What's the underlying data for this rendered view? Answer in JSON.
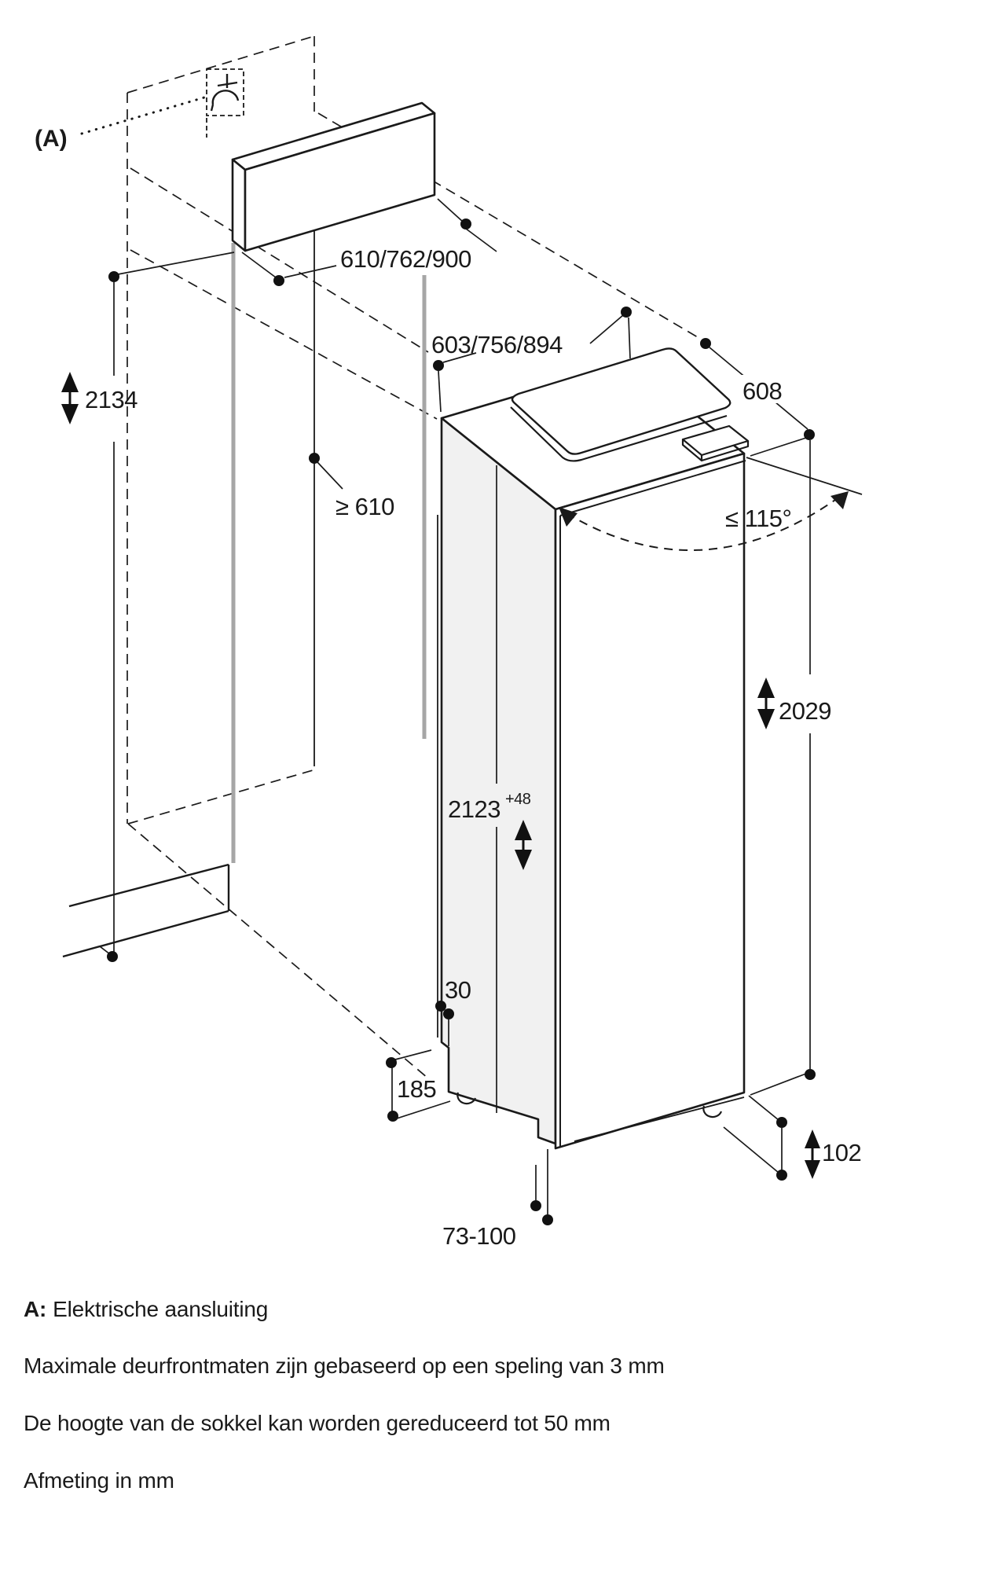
{
  "colors": {
    "ink": "#1a1a1a",
    "muted_line": "#a6a6a6",
    "side_fill": "#f1f1f1"
  },
  "legend": {
    "marker": "(A)"
  },
  "dimensions": {
    "panel_width": "610/762/900",
    "appliance_width": "603/756/894",
    "appliance_depth": "608",
    "niche_height": "2134",
    "side_clearance": "≥ 610",
    "door_opening_angle": "≤ 115°",
    "door_height": "2029",
    "appliance_height": "2123",
    "appliance_height_tolerance": "+48",
    "rear_gap": "30",
    "plinth_recess_depth": "185",
    "base_height": "102",
    "plinth_height_range": "73-100"
  },
  "notes": {
    "a_label": "A:",
    "a_text": "Elektrische aansluiting",
    "line_door_fronts": "Maximale deurfrontmaten zijn gebaseerd op een speling van 3 mm",
    "line_plinth": "De hoogte van de sokkel kan worden gereduceerd tot 50 mm",
    "line_units": "Afmeting in mm"
  }
}
